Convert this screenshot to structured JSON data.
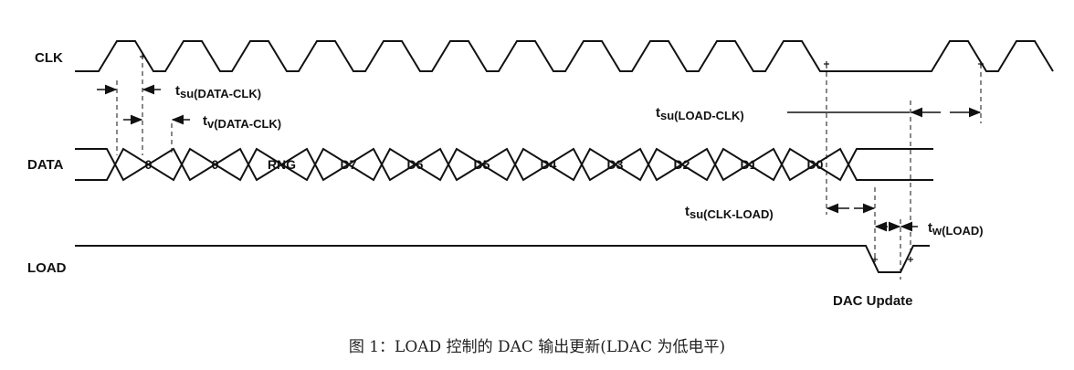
{
  "signals": {
    "clk": "CLK",
    "data": "DATA",
    "load": "LOAD"
  },
  "data_cells": [
    "0",
    "0",
    "RNG",
    "D7",
    "D6",
    "D5",
    "D4",
    "D3",
    "D2",
    "D1",
    "D0"
  ],
  "timing": {
    "tsu_data_clk": {
      "t": "t",
      "sub": "su(DATA-CLK)"
    },
    "tv_data_clk": {
      "t": "t",
      "sub": "v(DATA-CLK)"
    },
    "tsu_load_clk": {
      "t": "t",
      "sub": "su(LOAD-CLK)"
    },
    "tsu_clk_load": {
      "t": "t",
      "sub": "su(CLK-LOAD)"
    },
    "tw_load": {
      "t": "t",
      "sub": "w(LOAD)"
    }
  },
  "event_label": "DAC Update",
  "caption": "图 1：LOAD 控制的 DAC 输出更新(LDAC 为低电平)"
}
